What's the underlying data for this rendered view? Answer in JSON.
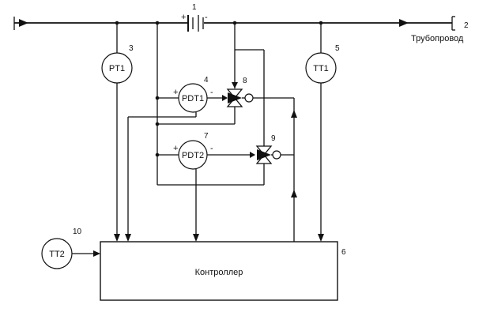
{
  "diagram": {
    "pipeline_label": "Трубопровод",
    "controller_label": "Контроллер",
    "components": {
      "battery": {
        "number": "1",
        "plus": "+",
        "minus": "-"
      },
      "pipeline": {
        "number": "2"
      },
      "pt1": {
        "number": "3",
        "label": "PT1"
      },
      "pdt1": {
        "number": "4",
        "label": "PDT1",
        "plus": "+",
        "minus": "-"
      },
      "tt1": {
        "number": "5",
        "label": "TT1"
      },
      "controller": {
        "number": "6"
      },
      "pdt2": {
        "number": "7",
        "label": "PDT2",
        "plus": "+",
        "minus": "-"
      },
      "valve8": {
        "number": "8"
      },
      "valve9": {
        "number": "9"
      },
      "tt2": {
        "number": "10",
        "label": "TT2"
      }
    }
  }
}
